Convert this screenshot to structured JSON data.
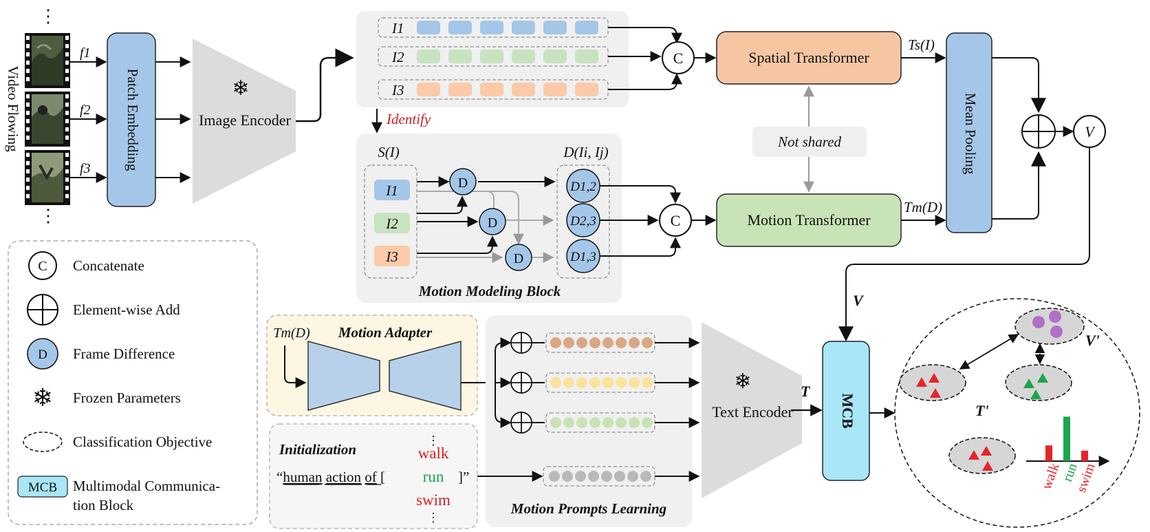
{
  "video": {
    "label": "Video Flowing",
    "frames": [
      {
        "label": "f1"
      },
      {
        "label": "f2"
      },
      {
        "label": "f3"
      }
    ]
  },
  "modules": {
    "patch_embedding": "Patch Embedding",
    "image_encoder": "Image Encoder",
    "spatial_transformer": "Spatial Transformer",
    "motion_transformer": "Motion Transformer",
    "mean_pooling": "Mean Pooling",
    "text_encoder": "Text Encoder",
    "mcb": "MCB"
  },
  "tokens": [
    {
      "label": "I1",
      "color": "#a4c6e8"
    },
    {
      "label": "I2",
      "color": "#c8e3c0"
    },
    {
      "label": "I3",
      "color": "#fbcaa8"
    }
  ],
  "identify": "Identify",
  "not_shared": "Not shared",
  "mmb": {
    "title": "Motion Modeling Block",
    "s_label": "S(I)",
    "d_label": "D(Ii, Ij)",
    "inputs": [
      {
        "label": "I1",
        "color": "#a4c6e8"
      },
      {
        "label": "I2",
        "color": "#c8e3c0"
      },
      {
        "label": "I3",
        "color": "#fbcaa8"
      }
    ],
    "diffs": [
      "D1,2",
      "D2,3",
      "D1,3"
    ],
    "d_node": "D"
  },
  "concat_symbol": "C",
  "ts_label": "Ts(I)",
  "tm_label": "Tm(D)",
  "v_symbol": "V",
  "v_label": "V",
  "t_label": "T",
  "adapter": {
    "title": "Motion Adapter",
    "input": "Tm(D)"
  },
  "prompts": {
    "title": "Motion Prompts Learning",
    "rows": [
      {
        "color": "#d9a784"
      },
      {
        "color": "#fbe39c"
      },
      {
        "color": "#c8e3b5"
      },
      {
        "color": "#b9b9b9"
      }
    ]
  },
  "init": {
    "title": "Initialization",
    "open_quote": "“",
    "w1": "human",
    "w2": "action",
    "w3": "of",
    "bracket_open": "[",
    "bracket_close": "]”",
    "classes": [
      {
        "label": "walk",
        "color": "#d62020"
      },
      {
        "label": "run",
        "color": "#1aa64a"
      },
      {
        "label": "swim",
        "color": "#d62020"
      }
    ],
    "ellipsis": "⋮"
  },
  "objective": {
    "v_prime": "V'",
    "t_prime": "T'",
    "bars": [
      {
        "label": "walk",
        "value": 0.3,
        "color": "#e8232a"
      },
      {
        "label": "run",
        "value": 0.85,
        "color": "#1aa64a"
      },
      {
        "label": "swim",
        "value": 0.2,
        "color": "#e8232a"
      }
    ]
  },
  "legend": [
    {
      "symbol": "C",
      "text": "Concatenate"
    },
    {
      "symbol": "⊕",
      "text": "Element-wise Add"
    },
    {
      "symbol": "D",
      "text": "Frame Difference"
    },
    {
      "symbol": "❄",
      "text": "Frozen Parameters"
    },
    {
      "symbol": "",
      "text": "Classification Objective"
    },
    {
      "symbol": "MCB",
      "text": "Multimodal Communica-",
      "text2": "tion Block"
    }
  ],
  "ellipsis": "⋮",
  "snowflake": "❄"
}
